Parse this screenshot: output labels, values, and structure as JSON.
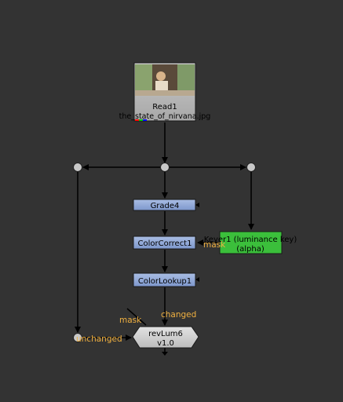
{
  "colors": {
    "background": "#333333",
    "pipe": "#000000",
    "dot_fill": "#c8c8c8",
    "node_blue": "#8aa4d6",
    "node_green": "#3bbf3b",
    "node_gray": "#cfcfcf",
    "input_label": "#f0b040"
  },
  "nodes": {
    "read": {
      "title": "Read1",
      "filename": "the_state_of_nirvana.jpg"
    },
    "grade": {
      "label": "Grade4"
    },
    "colorcorrect": {
      "label": "ColorCorrect1",
      "mask_label": "mask"
    },
    "colorlookup": {
      "label": "ColorLookup1"
    },
    "keyer": {
      "label_line1": "Keyer1 (luminance key)",
      "label_line2": "(alpha)"
    },
    "revlum": {
      "label_line1": "revLum6",
      "label_line2": "v1.0",
      "input_mask": "mask",
      "input_changed": "changed",
      "input_unchanged": "unchanged"
    }
  }
}
